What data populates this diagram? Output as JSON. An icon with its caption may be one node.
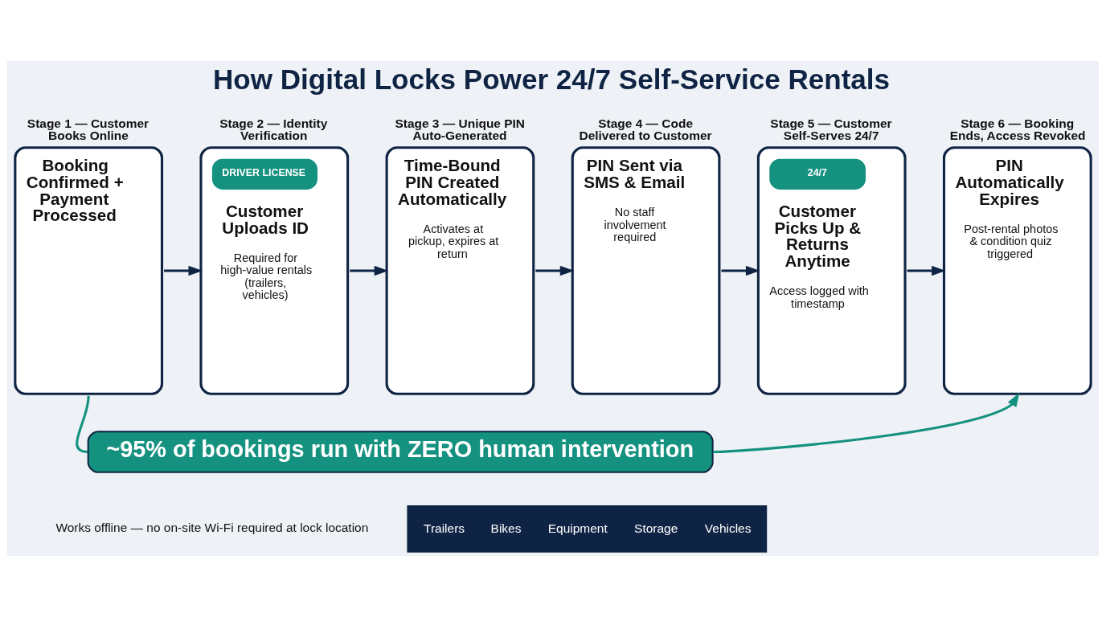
{
  "diagram": {
    "title": "How Digital Locks Power 24/7 Self-Service Rentals",
    "nodes": [
      {
        "text": [
          "Stage 1 — Customer Books Online",
          "Booking Confirmed + Payment Processed"
        ]
      },
      {
        "text": [
          "Stage 2 — Identity Verification",
          "DRIVER LICENSE",
          "Customer Uploads ID",
          "Required for high-value rentals (trailers, vehicles)"
        ]
      },
      {
        "text": [
          "Stage 3 — Unique PIN Auto-Generated",
          "Time-Bound PIN Created Automatically",
          "Activates at pickup, expires at return"
        ]
      },
      {
        "text": [
          "Stage 4 — Code Delivered to Customer",
          "PIN Sent via SMS & Email",
          "No staff involvement required"
        ]
      },
      {
        "text": [
          "Stage 5 — Customer Self-Serves 24/7",
          "24/7",
          "Customer Picks Up & Returns Anytime",
          "Access logged with timestamp"
        ]
      },
      {
        "text": [
          "Stage 6 — Booking Ends, Access Revoked",
          "PIN Automatically Expires",
          "Post-rental photos & condition quiz triggered"
        ]
      },
      {
        "text": [
          "~95% of bookings run with ZERO human intervention"
        ]
      },
      {
        "text": [
          "Trailers",
          "Bikes",
          "Equipment",
          "Storage",
          "Vehicles"
        ]
      }
    ],
    "edges": [
      {
        "from": 0,
        "to": 1,
        "arrow": "to"
      },
      {
        "from": 1,
        "to": 2,
        "arrow": "to"
      },
      {
        "from": 2,
        "to": 3,
        "arrow": "to"
      },
      {
        "from": 3,
        "to": 4,
        "arrow": "to"
      },
      {
        "from": 4,
        "to": 5,
        "arrow": "to"
      },
      {
        "from": 0,
        "to": 6,
        "arrow": "none",
        "color": "#14917f"
      },
      {
        "from": 6,
        "to": 5,
        "arrow": "to",
        "color": "#14917f"
      }
    ],
    "labels": [
      "Works offline — no on-site Wi-Fi required at lock location"
    ]
  }
}
